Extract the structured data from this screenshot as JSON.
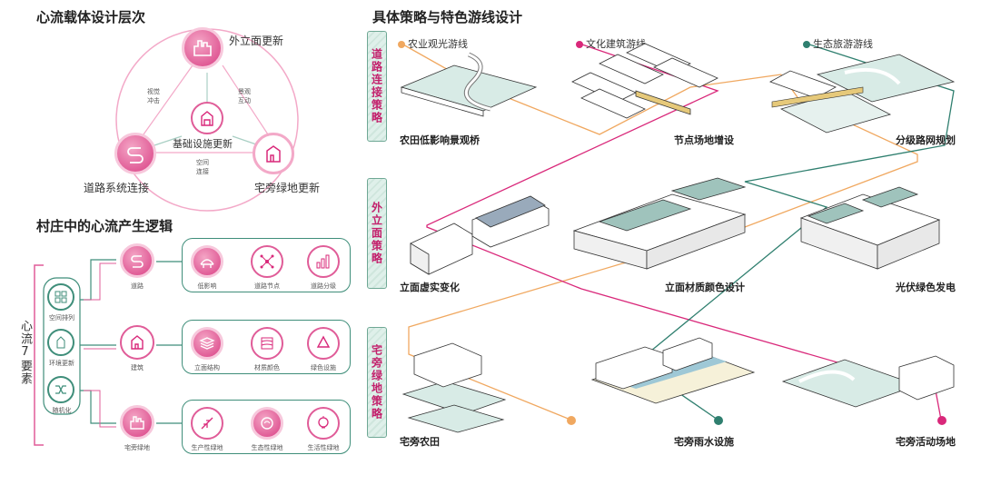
{
  "left": {
    "section1_title": "心流载体设计层次",
    "triangle": {
      "top": "外立面更新",
      "center": "基础设施更新",
      "left": "道路系统连接",
      "right": "宅旁绿地更新",
      "edge_left_1": "视觉",
      "edge_left_2": "冲击",
      "edge_right_1": "景观",
      "edge_right_2": "互动",
      "edge_bottom_1": "空间",
      "edge_bottom_2": "连接"
    },
    "section2_title": "村庄中的心流产生逻辑",
    "elements_label": "心流7要素",
    "elements": [
      "空间排列",
      "环境更新",
      "随机化"
    ],
    "rows": [
      {
        "main": "道路",
        "items": [
          "低影响",
          "道路节点",
          "道路分级"
        ]
      },
      {
        "main": "建筑",
        "items": [
          "立面结构",
          "材质颜色",
          "绿色设施"
        ]
      },
      {
        "main": "宅旁绿地",
        "items": [
          "生产性绿地",
          "生态性绿地",
          "生活性绿地"
        ]
      }
    ]
  },
  "right": {
    "title": "具体策略与特色游线设计",
    "bands": [
      "道路连接策略",
      "外立面策略",
      "宅旁绿地策略"
    ],
    "routes": [
      {
        "label": "农业观光游线",
        "color": "#f0a860"
      },
      {
        "label": "文化建筑游线",
        "color": "#d9287a"
      },
      {
        "label": "生态旅游游线",
        "color": "#2f7f6f"
      }
    ],
    "captions": [
      "农田低影响景观桥",
      "节点场地增设",
      "分级路网规划",
      "立面虚实变化",
      "立面材质颜色设计",
      "光伏绿色发电",
      "宅旁农田",
      "宅旁雨水设施",
      "宅旁活动场地"
    ]
  },
  "colors": {
    "pink": "#d9287a",
    "orange": "#f0a860",
    "green": "#2f7f6f",
    "teal_line": "#3f8e7a"
  }
}
